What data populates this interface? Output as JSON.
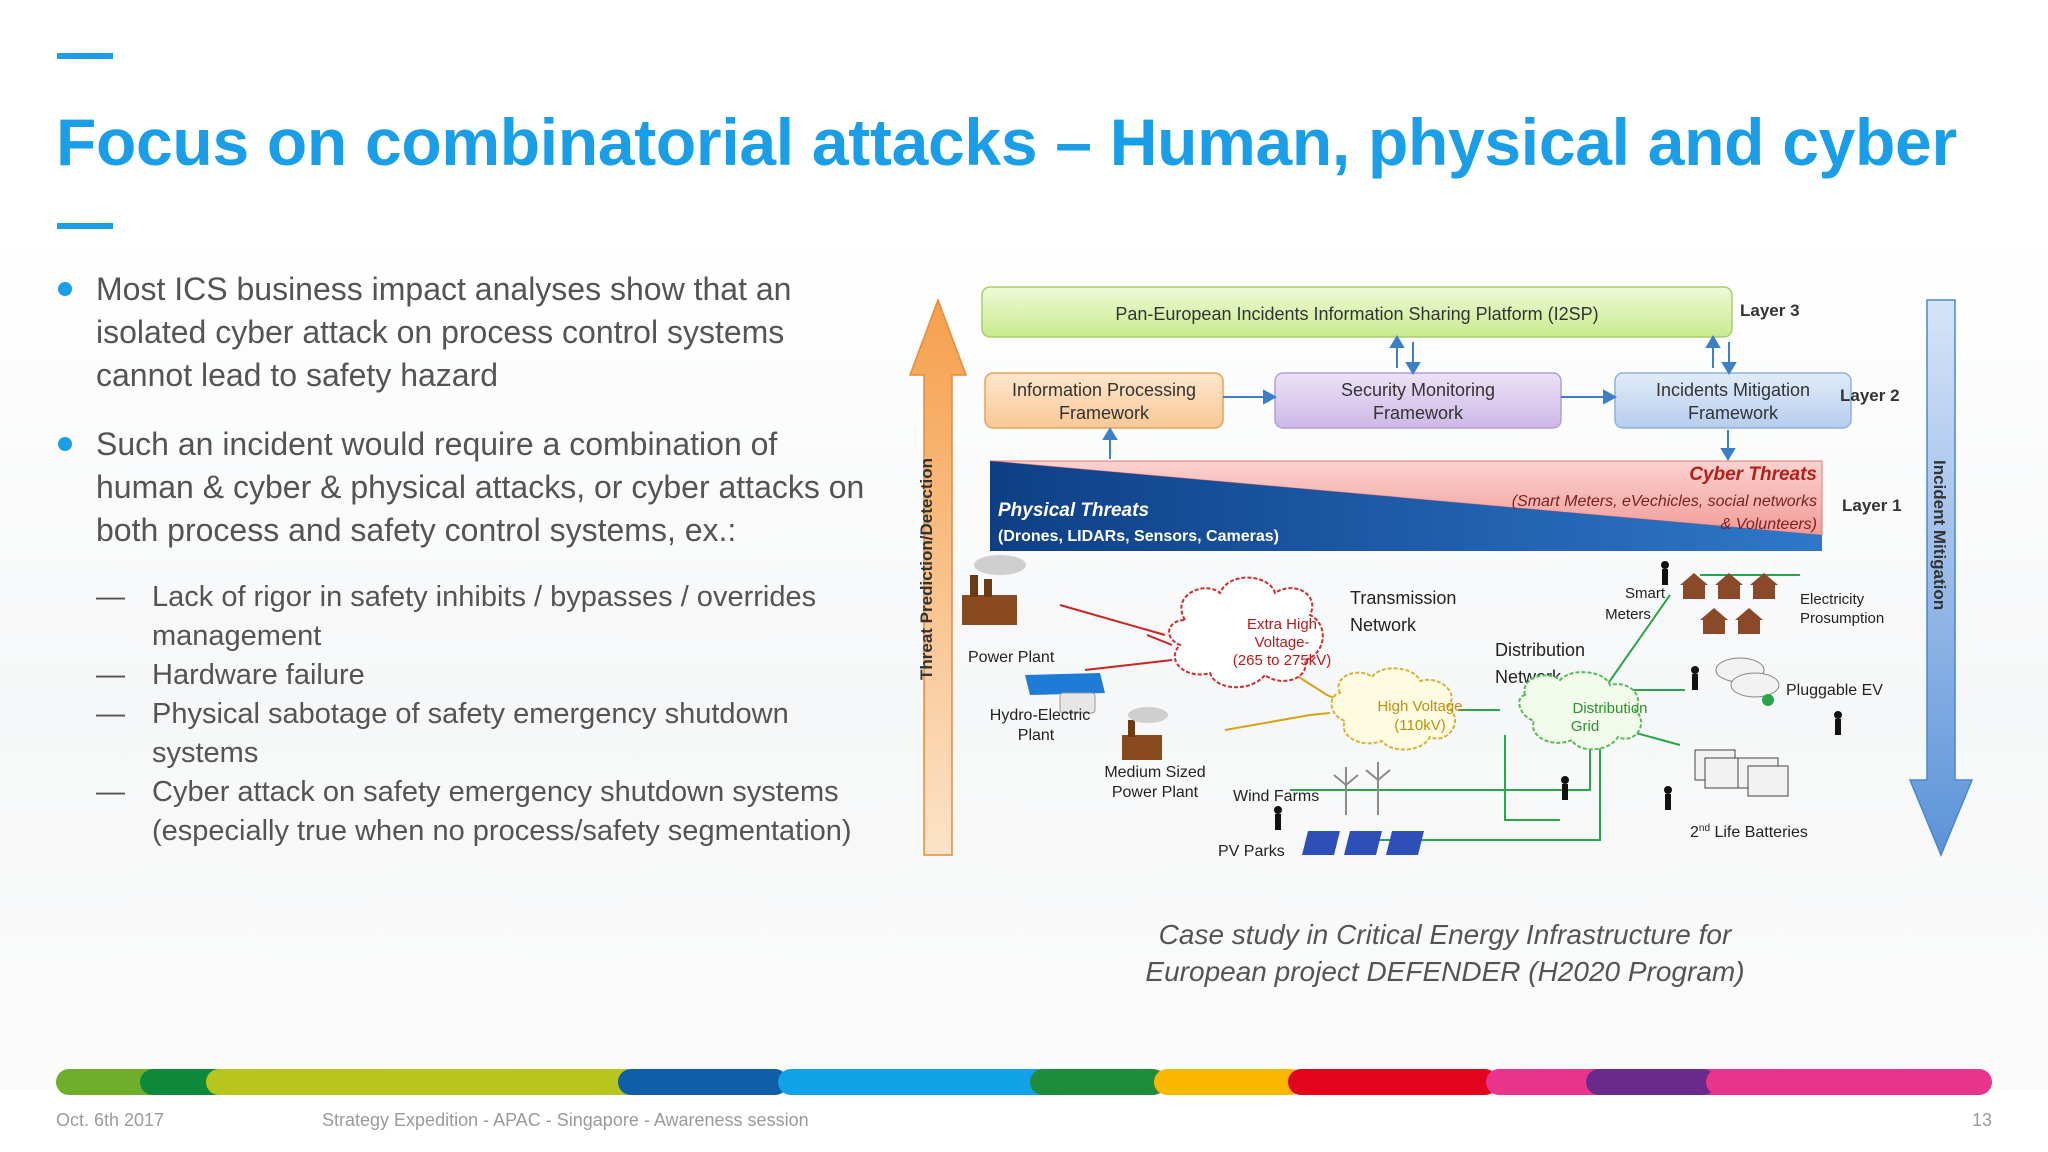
{
  "slide": {
    "title": "Focus on combinatorial attacks – Human, physical and cyber",
    "accent_color": "#1a9ee8",
    "text_color": "#545454"
  },
  "bullets": [
    {
      "text": "Most ICS business impact analyses show that an isolated cyber attack on process control systems cannot lead to safety hazard",
      "subs": []
    },
    {
      "text": "Such an incident would require a combination of human & cyber & physical attacks, or cyber attacks on both process and safety control systems, ex.:",
      "subs": [
        "Lack of rigor in safety inhibits / bypasses / overrides management",
        "Hardware failure",
        "Physical sabotage of safety emergency shutdown systems",
        "Cyber attack on safety emergency shutdown systems (especially true when no process/safety segmentation)"
      ]
    }
  ],
  "sub_marker": "—",
  "diagram": {
    "i2sp": "Pan-European Incidents Information Sharing Platform (I2SP)",
    "layer3": "Layer 3",
    "layer2": "Layer 2",
    "layer1": "Layer 1",
    "info_processing": [
      "Information Processing",
      "Framework"
    ],
    "security_monitoring": [
      "Security Monitoring",
      "Framework"
    ],
    "incidents_mitigation": [
      "Incidents Mitigation",
      "Framework"
    ],
    "cyber_threats": "Cyber Threats",
    "cyber_threats_detail": [
      "(Smart Meters, eVechicles, social networks",
      "& Volunteers)"
    ],
    "physical_threats": "Physical Threats",
    "physical_threats_detail": "(Drones, LIDARs, Sensors, Cameras)",
    "threat_prediction": "Threat Prediction/Detection",
    "incident_mitigation": "Incident Mitigation",
    "power_plant": "Power Plant",
    "hydro_plant": [
      "Hydro-Electric",
      "Plant"
    ],
    "medium_plant": [
      "Medium Sized",
      "Power Plant"
    ],
    "wind_farms": "Wind Farms",
    "pv_parks": "PV Parks",
    "transmission": [
      "Transmission",
      "Network"
    ],
    "extra_high_voltage": [
      "Extra High",
      "Voltage-",
      "(265 to 275kV)"
    ],
    "high_voltage": [
      "High Voltage",
      "(110kV)"
    ],
    "distribution_network": [
      "Distribution",
      "Network"
    ],
    "distribution_grid": [
      "Distribution",
      "Grid"
    ],
    "smart_meters": [
      "Smart",
      "Meters"
    ],
    "electricity_prosumption": [
      "Electricity",
      "Prosumption"
    ],
    "pluggable_ev": "Pluggable EV",
    "batteries_nd": "nd",
    "batteries_prefix": "2",
    "batteries_suffix": " Life Batteries"
  },
  "caption": [
    "Case study in Critical Energy Infrastructure for",
    "European project DEFENDER (H2020 Program)"
  ],
  "footer": {
    "date": "Oct. 6th 2017",
    "event": "Strategy Expedition - APAC - Singapore - Awareness session",
    "page": "13"
  },
  "color_bar_colors": [
    "#6fae2a",
    "#0f8a3c",
    "#b7c51c",
    "#0f5fa8",
    "#12a2e8",
    "#1e8c3a",
    "#fbb800",
    "#e3051b",
    "#e8348a",
    "#6a2a8c",
    "#e8348a"
  ]
}
